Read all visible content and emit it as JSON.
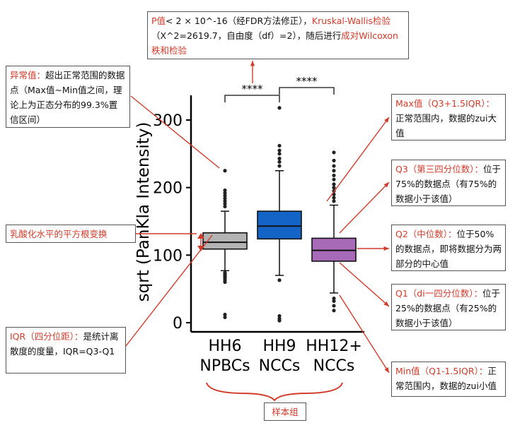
{
  "chart_data": {
    "type": "boxplot",
    "ylabel": "sqrt (PanKla Intensity)",
    "ylim": [
      0,
      340
    ],
    "yticks": [
      0,
      100,
      200,
      300
    ],
    "categories": [
      "HH6\nNPBCs",
      "HH9\nNCCs",
      "HH12+\nNCCs"
    ],
    "series": [
      {
        "whisker_low": 77,
        "q1": 109,
        "median": 119,
        "q3": 133,
        "whisker_high": 165,
        "outliers": [
          8,
          12,
          60,
          63,
          66,
          68,
          70,
          72,
          74,
          172,
          176,
          180,
          184,
          188,
          192,
          196,
          225
        ]
      },
      {
        "whisker_low": 70,
        "q1": 124,
        "median": 143,
        "q3": 165,
        "whisker_high": 225,
        "outliers": [
          3,
          6,
          10,
          63,
          232,
          238,
          243,
          250,
          255,
          262,
          318
        ]
      },
      {
        "whisker_low": 44,
        "q1": 91,
        "median": 107,
        "q3": 125,
        "whisker_high": 174,
        "outliers": [
          18,
          25,
          32,
          36,
          180,
          185,
          190,
          195,
          200,
          205,
          212,
          218,
          225,
          232,
          240,
          252
        ]
      }
    ],
    "box_colors": [
      "#b3b3b3",
      "#1464c8",
      "#a76ab8"
    ],
    "significance": [
      {
        "pair": [
          0,
          1
        ],
        "label": "****"
      },
      {
        "pair": [
          1,
          2
        ],
        "label": "****"
      }
    ],
    "grid": false
  },
  "annotations": {
    "top": {
      "line1_red": "P值",
      "line1_black": "< 2 × 10^-16（经FDR方法修正），",
      "line1_red2": "Kruskal-Wallis检验",
      "line2_black": "（X^2=2619.7，自由度（df）=2），随后进行",
      "line2_red": "成对Wilcoxon",
      "line3_red": "秩和检验"
    },
    "outlier": {
      "red": "异常值：",
      "text": "超出正常范围的数据点（Max值~Min值之间，理论上为正态分布的99.3%置信区间）"
    },
    "sqrt": {
      "text": "乳酸化水平的平方根变换"
    },
    "iqr": {
      "red": "IQR（四分位距）：",
      "text": "是统计离散度的度量，IQR=Q3-Q1"
    },
    "max": {
      "red": "Max值（Q3+1.5IQR）：",
      "text": "正常范围内，数据的zui大值"
    },
    "q3": {
      "red": "Q3（第三四分位数）：",
      "text": "位于75%的数据点（有75%的数据小于该值）"
    },
    "q2": {
      "red": "Q2（中位数）：",
      "text": "位于50%的数据点，即将数据分为两部分的中心值"
    },
    "q1": {
      "red": "Q1（di一四分位数）：",
      "text": "位于25%的数据点（有25%的数据小于该值）"
    },
    "min": {
      "red": "Min值（Q1-1.5IQR）：",
      "text": "正常范围内，数据的zui小值"
    },
    "group": {
      "text": "样本组"
    }
  }
}
